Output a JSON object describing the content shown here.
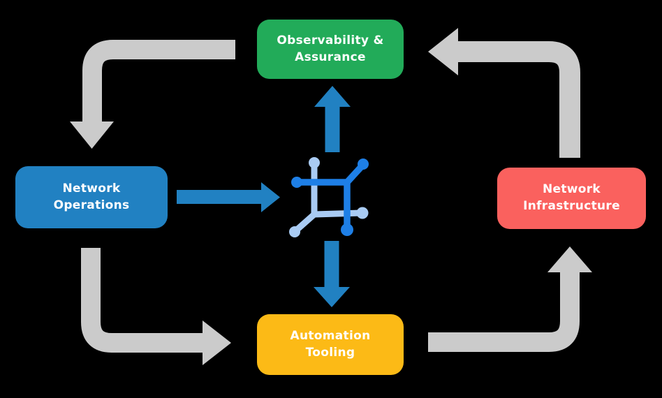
{
  "canvas": {
    "background_color": "#000000"
  },
  "diagram": {
    "nodes": [
      {
        "id": "observability-assurance",
        "lines": [
          "Observability &",
          "Assurance"
        ],
        "color": "#22AB59"
      },
      {
        "id": "network-operations",
        "lines": [
          "Network",
          "Operations"
        ],
        "color": "#2181C2"
      },
      {
        "id": "network-infrastructure",
        "lines": [
          "Network",
          "Infrastructure"
        ],
        "color": "#FA615E"
      },
      {
        "id": "automation-tooling",
        "lines": [
          "Automation",
          "Tooling"
        ],
        "color": "#FCBA16"
      }
    ],
    "center_icon": {
      "name": "network-mesh-icon",
      "dark_color": "#1E7FE6",
      "light_color": "#A9CBF3"
    },
    "arrows": {
      "cycle_color": "#CBCBCB",
      "hub_color": "#2181C2",
      "cycle": [
        {
          "from": "observability-assurance",
          "to": "network-operations"
        },
        {
          "from": "network-operations",
          "to": "automation-tooling"
        },
        {
          "from": "automation-tooling",
          "to": "network-infrastructure"
        },
        {
          "from": "network-infrastructure",
          "to": "observability-assurance"
        }
      ],
      "hub": [
        {
          "from": "network-operations",
          "to": "center"
        },
        {
          "from": "center",
          "to": "observability-assurance"
        },
        {
          "from": "center",
          "to": "automation-tooling"
        }
      ]
    }
  }
}
